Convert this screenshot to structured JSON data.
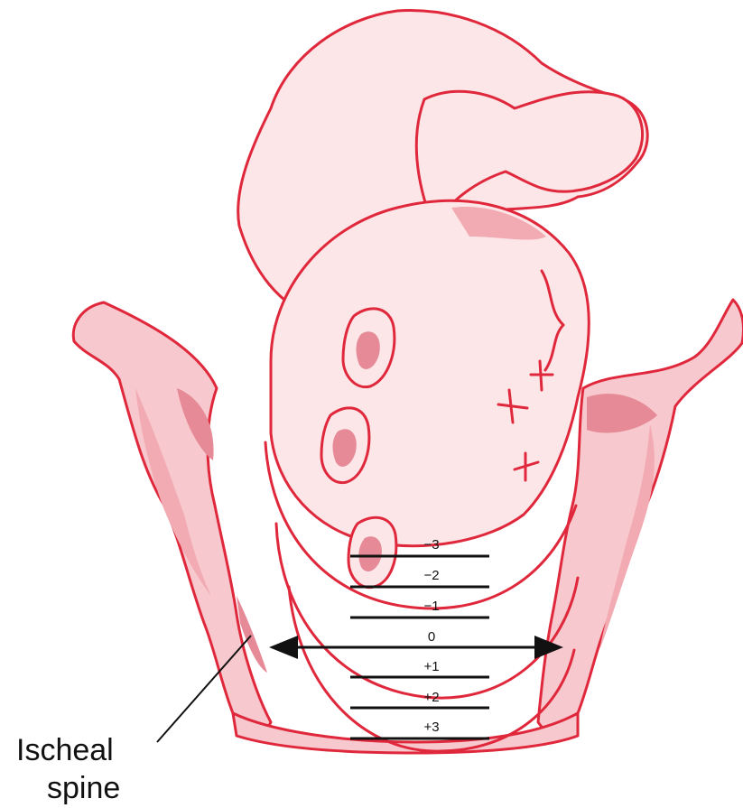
{
  "stations": [
    {
      "label": "−3"
    },
    {
      "label": "−2"
    },
    {
      "label": "−1"
    },
    {
      "label": "0"
    },
    {
      "label": "+1"
    },
    {
      "label": "+2"
    },
    {
      "label": "+3"
    }
  ],
  "callout": {
    "line1": "Ischeal",
    "line2": "spine"
  },
  "colors": {
    "outline": "#e0283c",
    "skin": "#fde6e8",
    "pelvis": "#f7c8cd",
    "pelvis_dark": "#e58a96",
    "ink": "#111111"
  }
}
